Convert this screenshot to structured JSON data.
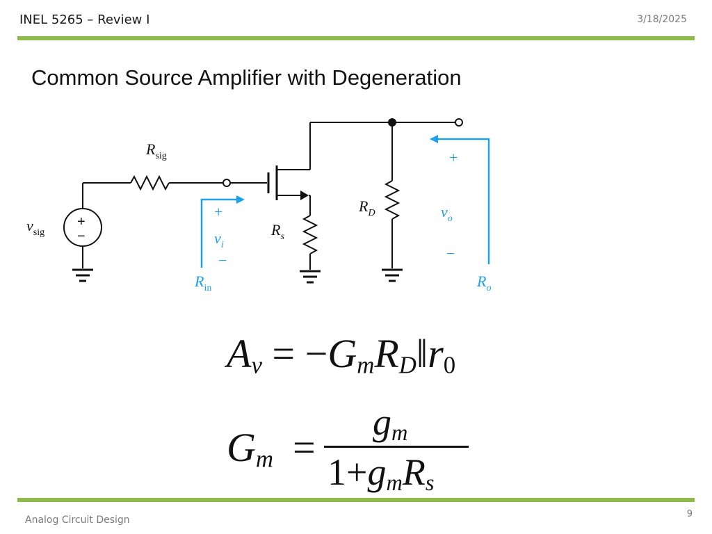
{
  "header": {
    "left": "INEL 5265 – Review I",
    "right": "3/18/2025"
  },
  "title": "Common Source Amplifier with Degeneration",
  "footer": {
    "left": "Analog Circuit Design",
    "page": "9"
  },
  "colors": {
    "accent_bar": "#8fba4c",
    "annotation_blue": "#1da1e8",
    "ink": "#111111"
  },
  "circuit": {
    "vsig_label": "v",
    "vsig_sub": "sig",
    "rsig_label": "R",
    "rsig_sub": "sig",
    "vi_label": "v",
    "vi_sub": "i",
    "plus": "+",
    "minus": "−",
    "rs_label": "R",
    "rs_sub": "s",
    "rd_label": "R",
    "rd_sub": "D",
    "vo_label": "v",
    "vo_sub": "o",
    "rin_label": "R",
    "rin_sub": "in",
    "ro_label": "R",
    "ro_sub": "o"
  },
  "equations": {
    "av": {
      "A": "A",
      "A_sub": "v",
      "eq": "= −",
      "G": "G",
      "G_sub": "m",
      "R": "R",
      "R_sub": "D",
      "par": "‖",
      "r": "r",
      "r_sub": "0"
    },
    "gm": {
      "G": "G",
      "G_sub": "m",
      "eq": "=",
      "num_g": "g",
      "num_sub": "m",
      "den_one": "1+",
      "den_g": "g",
      "den_sub": "m",
      "den_R": "R",
      "den_R_sub": "s"
    }
  }
}
